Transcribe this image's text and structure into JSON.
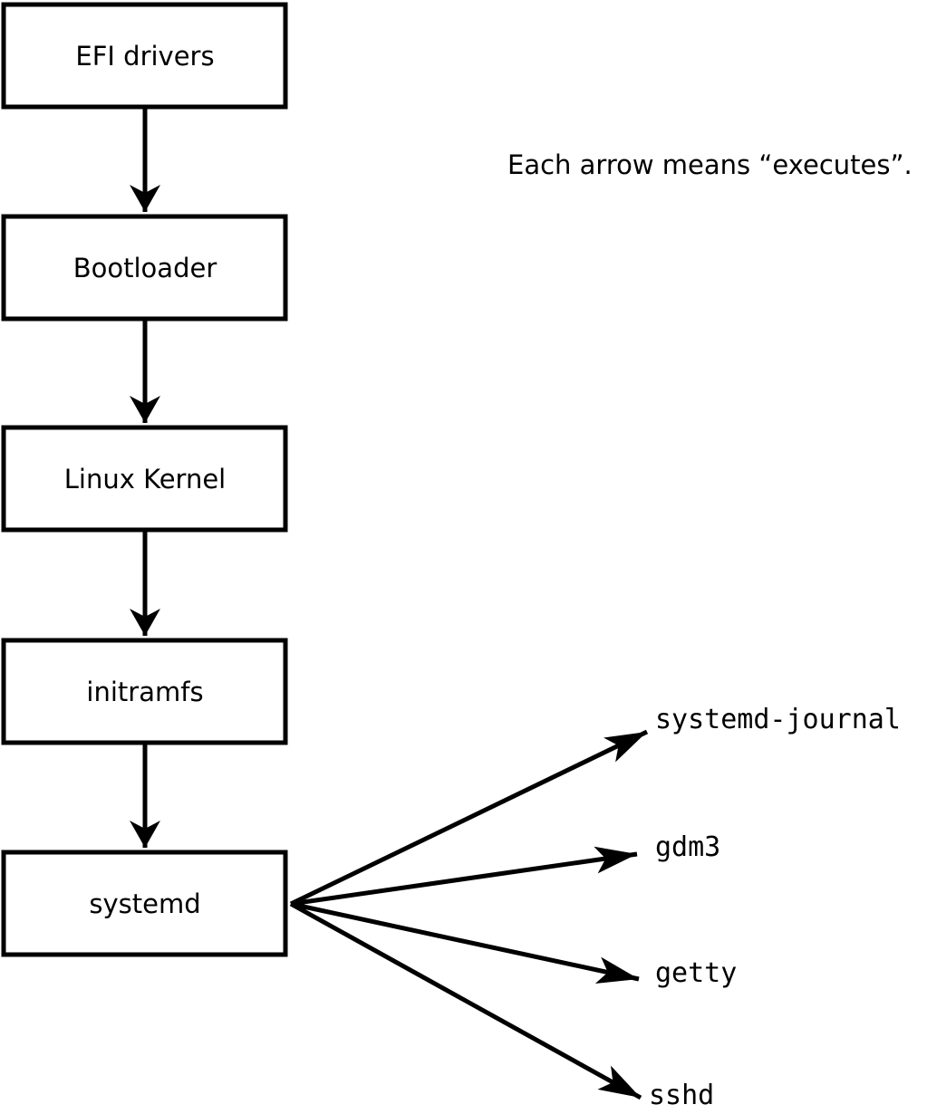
{
  "page": {
    "background_color": "#ffffff",
    "ink_color": "#000000"
  },
  "note": {
    "text": "Each arrow means “executes”."
  },
  "chain": [
    {
      "label": "EFI drivers"
    },
    {
      "label": "Bootloader"
    },
    {
      "label": "Linux Kernel"
    },
    {
      "label": "initramfs"
    },
    {
      "label": "systemd"
    }
  ],
  "spawned": [
    {
      "label": "systemd-journal"
    },
    {
      "label": "gdm3"
    },
    {
      "label": "getty"
    },
    {
      "label": "sshd"
    }
  ]
}
